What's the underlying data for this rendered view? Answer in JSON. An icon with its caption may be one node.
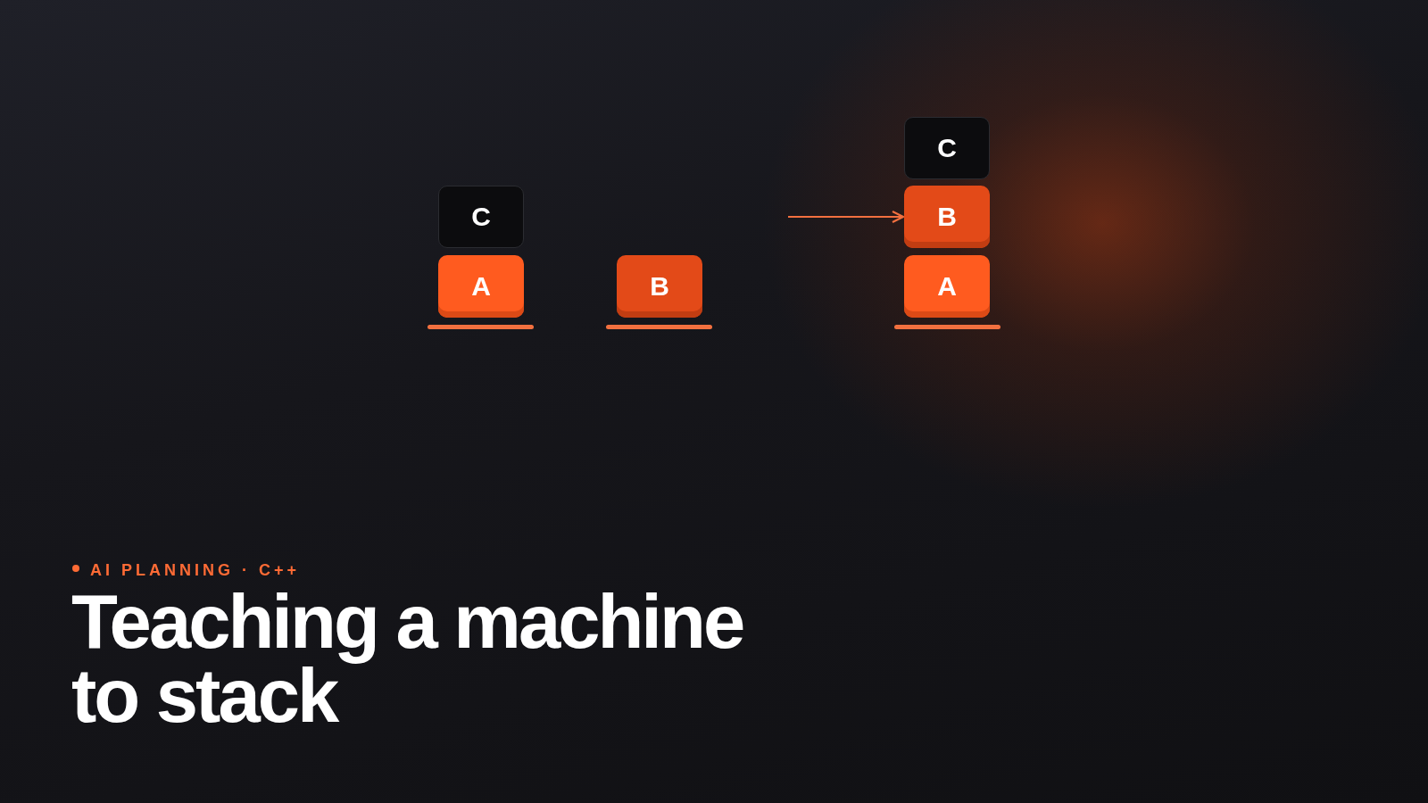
{
  "diagram": {
    "title": "Teaching a machine to stack",
    "nodes": [
      {
        "text": [
          "C"
        ]
      },
      {
        "text": [
          "A"
        ]
      },
      {
        "text": [
          "B"
        ]
      },
      {
        "text": [
          "C"
        ]
      },
      {
        "text": [
          "B"
        ]
      },
      {
        "text": [
          "A"
        ]
      }
    ],
    "edges": [
      {
        "from": null,
        "to": 4,
        "arrow": "to"
      }
    ],
    "labels": [
      "AI PLANNING · C++"
    ]
  }
}
